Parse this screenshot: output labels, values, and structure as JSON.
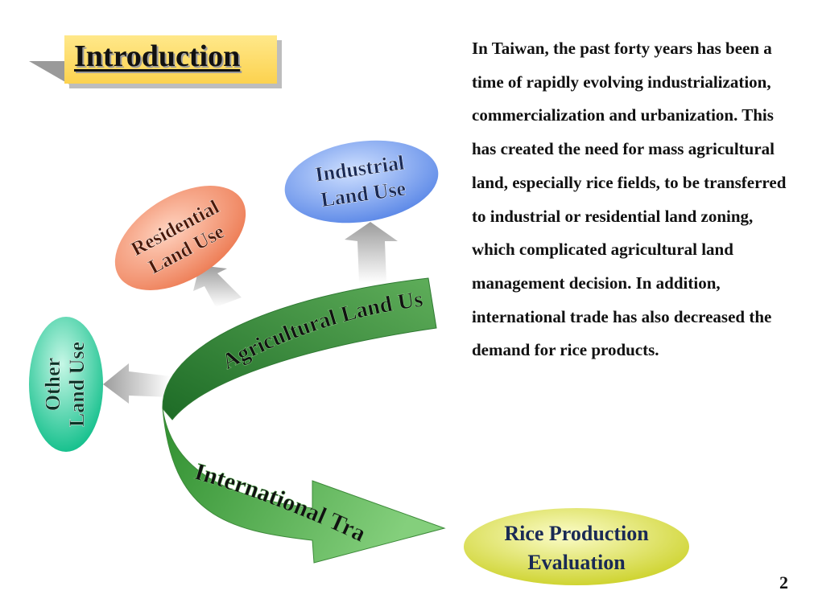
{
  "slide": {
    "title": "Introduction",
    "paragraph": "In Taiwan, the past forty years has been a time of rapidly evolving industrialization, commercialization and urbanization.  This has created the need for mass agricultural land, especially rice fields, to be transferred to industrial or residential land zoning, which complicated agricultural land management decision. In addition, international trade has also decreased the demand for rice products.",
    "page_number": "2"
  },
  "diagram": {
    "industrial": {
      "line1": "Industrial",
      "line2": "Land Use",
      "color": "#7aa2f0"
    },
    "residential": {
      "line1": "Residential",
      "line2": "Land Use",
      "color": "#f59373"
    },
    "other": {
      "line1": "Other",
      "line2": "Land Use",
      "color": "#2fd1a2"
    },
    "agricultural_label": "Agricultural Land Use",
    "trade_label": "International Trade",
    "rice": {
      "line1": "Rice Production",
      "line2": "Evaluation",
      "color": "#d9dd47"
    }
  }
}
